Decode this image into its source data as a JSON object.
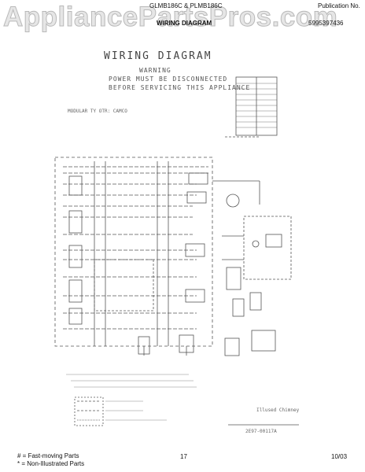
{
  "header": {
    "model": "GLMB186C & PLMB186C",
    "section": "WIRING DIAGRAM",
    "publication_label": "Publication No.",
    "publication_number": "5995397436",
    "watermark": "AppliancePartsPros.com"
  },
  "diagram": {
    "title": "WIRING DIAGRAM",
    "warning_title": "WARNING",
    "warning_line1": "POWER MUST BE DISCONNECTED",
    "warning_line2": "BEFORE SERVICING THIS APPLIANCE",
    "module_label": "MODULAR TY OTR: CAMCO",
    "part_code": "2E97-00117A",
    "used_label": "Illused Chimney"
  },
  "footer": {
    "legend_hash": "#  =  Fast-moving Parts",
    "legend_star": "*  =  Non-Illustrated Parts",
    "page_number": "17",
    "date": "10/03"
  }
}
